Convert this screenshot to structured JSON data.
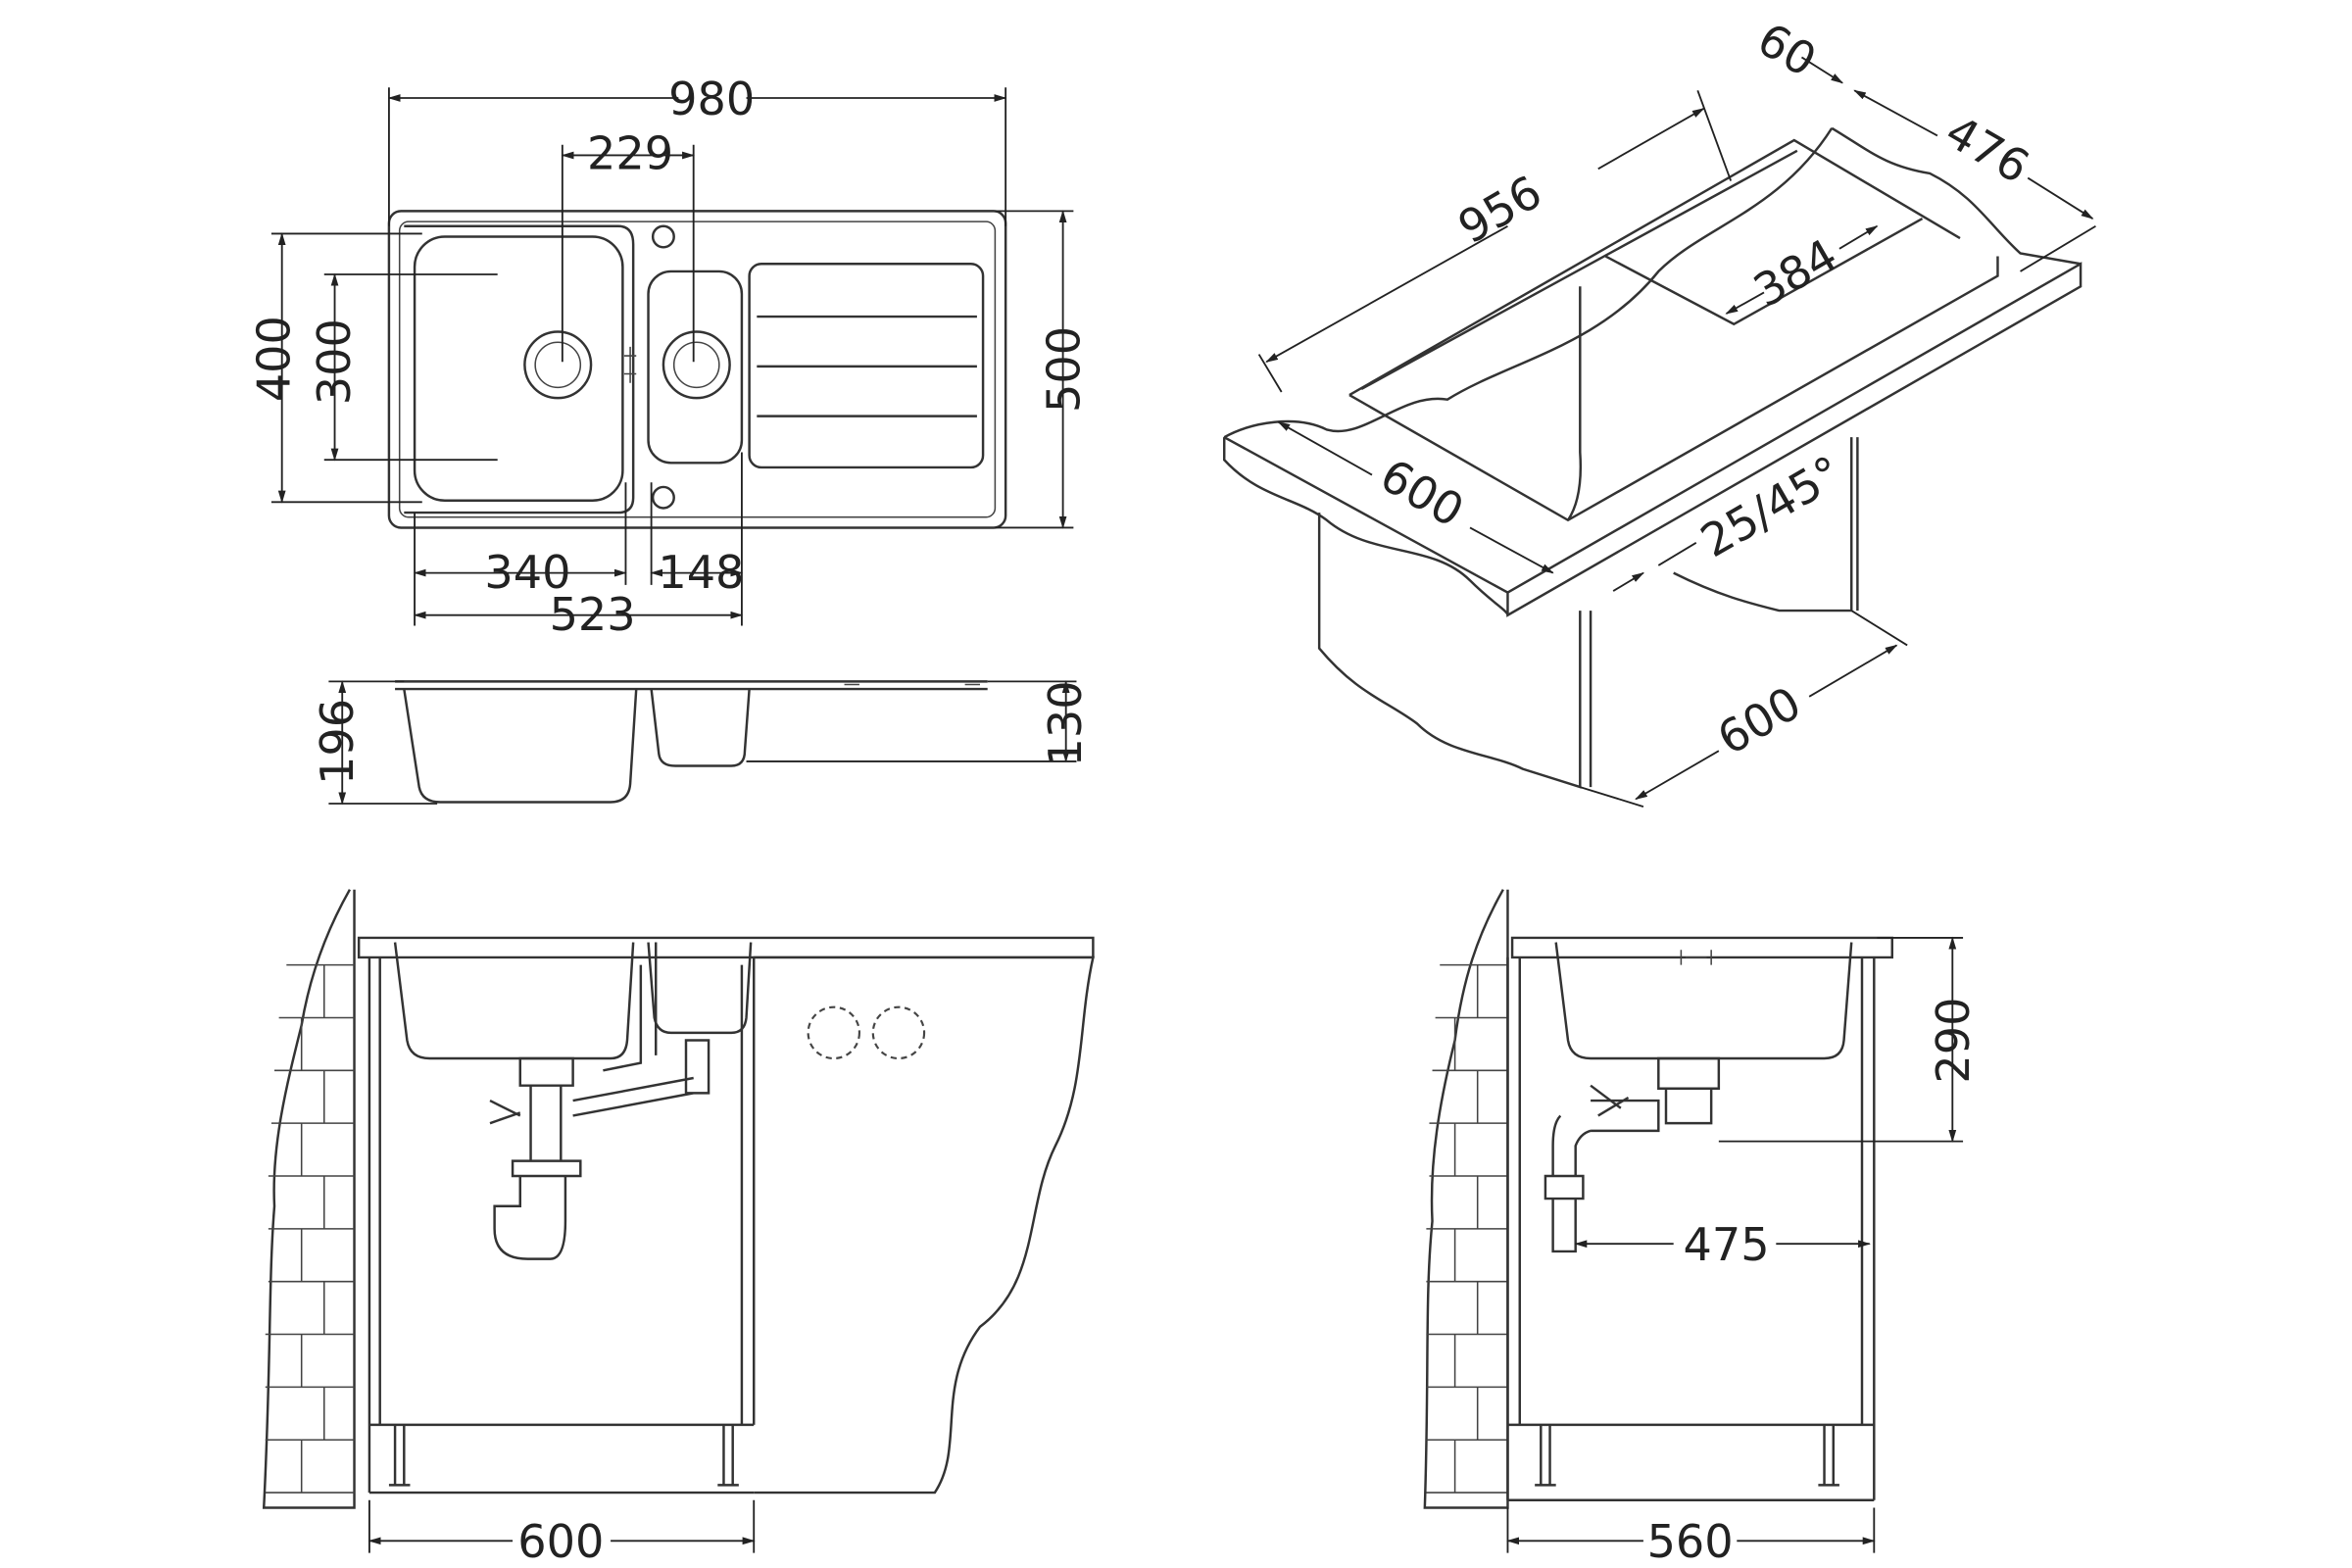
{
  "top_view": {
    "width_overall": "980",
    "bowl_centers": "229",
    "bowl_depth_outer": "400",
    "bowl_depth_inner": "300",
    "depth_overall": "500",
    "main_bowl_width": "340",
    "small_bowl_width": "148",
    "bowls_total_width": "523"
  },
  "section_view": {
    "main_bowl_depth": "196",
    "small_bowl_depth": "130"
  },
  "iso_view": {
    "edge_offset": "60",
    "cutout_depth_outer": "476",
    "cutout_length": "956",
    "bowl_width": "384",
    "countertop_depth": "600",
    "bevel": "25/45°",
    "cabinet_width": "600"
  },
  "front_view": {
    "cabinet_width": "600"
  },
  "side_view": {
    "installation_height": "290",
    "drain_distance": "475",
    "cabinet_depth": "560"
  },
  "colors": {
    "line": "#333333",
    "background": "#ffffff"
  }
}
